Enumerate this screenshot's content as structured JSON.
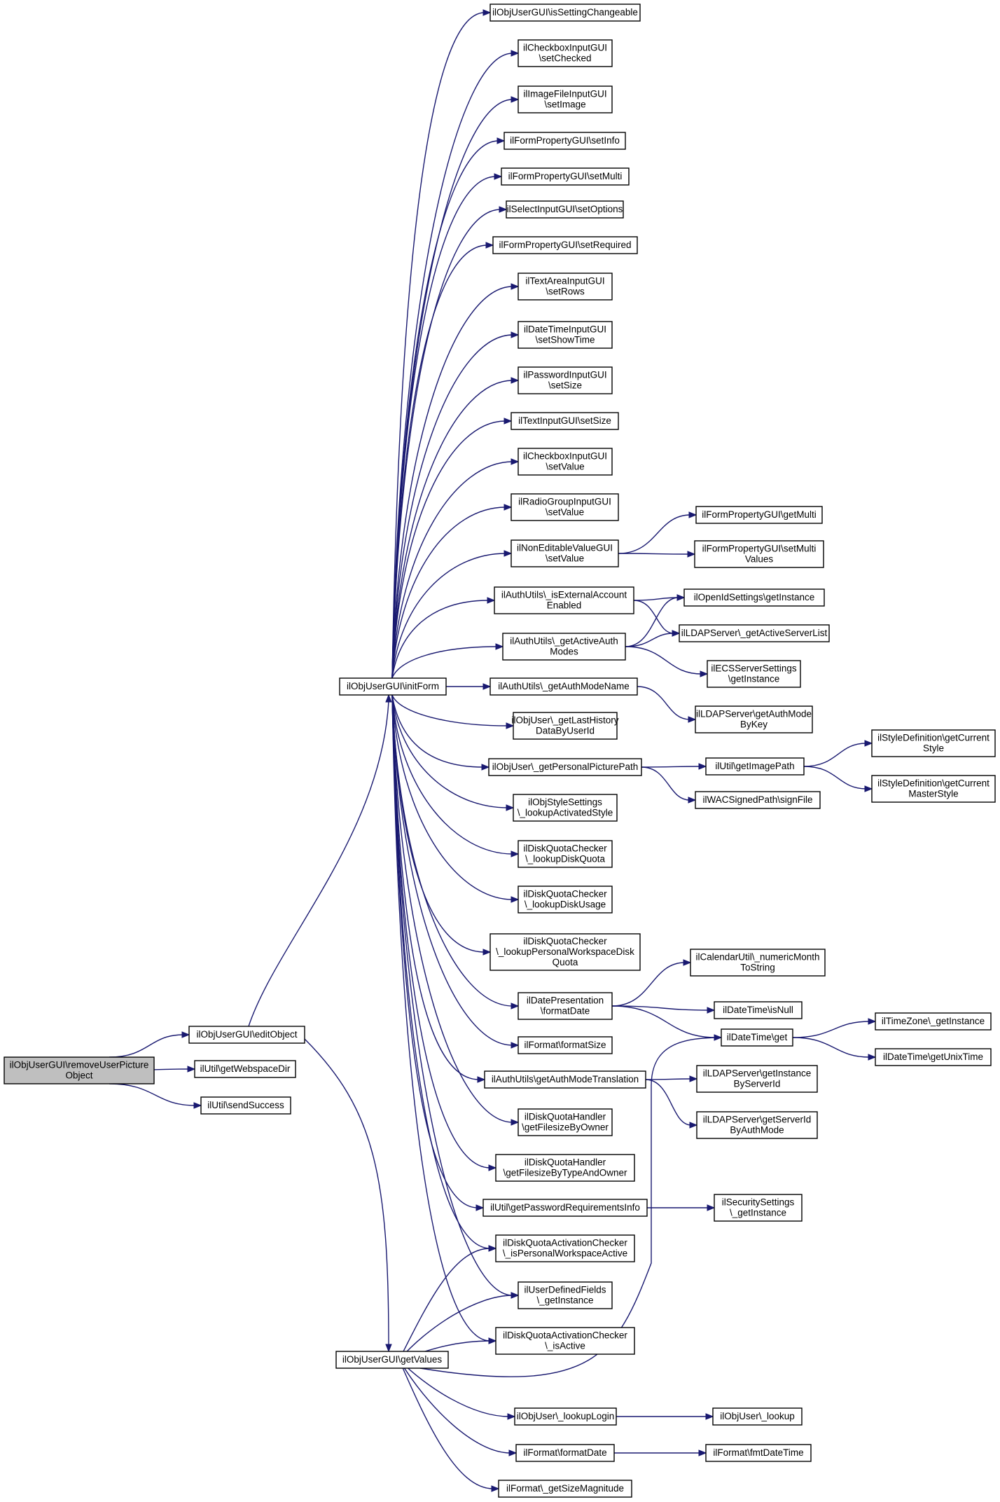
{
  "graph": {
    "colors": {
      "edge": "#191970",
      "node_border": "#000000",
      "node_fill": "#ffffff",
      "root_fill": "#bfbfbf"
    },
    "nodes": [
      {
        "id": "root",
        "lines": [
          "ilObjUserGUI\\removeUserPicture",
          "Object"
        ],
        "root": true
      },
      {
        "id": "editObject",
        "lines": [
          "ilObjUserGUI\\editObject"
        ]
      },
      {
        "id": "getWebspaceDir",
        "lines": [
          "ilUtil\\getWebspaceDir"
        ]
      },
      {
        "id": "sendSuccess",
        "lines": [
          "ilUtil\\sendSuccess"
        ]
      },
      {
        "id": "initForm",
        "lines": [
          "ilObjUserGUI\\initForm"
        ]
      },
      {
        "id": "getValues",
        "lines": [
          "ilObjUserGUI\\getValues"
        ]
      },
      {
        "id": "isSettingChangeable",
        "lines": [
          "ilObjUserGUI\\isSettingChangeable"
        ]
      },
      {
        "id": "cb_setChecked",
        "lines": [
          "ilCheckboxInputGUI",
          "\\setChecked"
        ]
      },
      {
        "id": "img_setImage",
        "lines": [
          "ilImageFileInputGUI",
          "\\setImage"
        ]
      },
      {
        "id": "fp_setInfo",
        "lines": [
          "ilFormPropertyGUI\\setInfo"
        ]
      },
      {
        "id": "fp_setMulti",
        "lines": [
          "ilFormPropertyGUI\\setMulti"
        ]
      },
      {
        "id": "sel_setOptions",
        "lines": [
          "ilSelectInputGUI\\setOptions"
        ]
      },
      {
        "id": "fp_setRequired",
        "lines": [
          "ilFormPropertyGUI\\setRequired"
        ]
      },
      {
        "id": "ta_setRows",
        "lines": [
          "ilTextAreaInputGUI",
          "\\setRows"
        ]
      },
      {
        "id": "dt_setShowTime",
        "lines": [
          "ilDateTimeInputGUI",
          "\\setShowTime"
        ]
      },
      {
        "id": "pw_setSize",
        "lines": [
          "ilPasswordInputGUI",
          "\\setSize"
        ]
      },
      {
        "id": "ti_setSize",
        "lines": [
          "ilTextInputGUI\\setSize"
        ]
      },
      {
        "id": "cb_setValue",
        "lines": [
          "ilCheckboxInputGUI",
          "\\setValue"
        ]
      },
      {
        "id": "rg_setValue",
        "lines": [
          "ilRadioGroupInputGUI",
          "\\setValue"
        ]
      },
      {
        "id": "ne_setValue",
        "lines": [
          "ilNonEditableValueGUI",
          "\\setValue"
        ]
      },
      {
        "id": "au_isExternal",
        "lines": [
          "ilAuthUtils\\_isExternalAccount",
          "Enabled"
        ]
      },
      {
        "id": "au_getActiveAuth",
        "lines": [
          "ilAuthUtils\\_getActiveAuth",
          "Modes"
        ]
      },
      {
        "id": "au_getAuthModeName",
        "lines": [
          "ilAuthUtils\\_getAuthModeName"
        ]
      },
      {
        "id": "ou_lastHistory",
        "lines": [
          "ilObjUser\\_getLastHistory",
          "DataByUserId"
        ]
      },
      {
        "id": "ou_personalPic",
        "lines": [
          "ilObjUser\\_getPersonalPicturePath"
        ]
      },
      {
        "id": "oss_lookup",
        "lines": [
          "ilObjStyleSettings",
          "\\_lookupActivatedStyle"
        ]
      },
      {
        "id": "dqc_quota",
        "lines": [
          "ilDiskQuotaChecker",
          "\\_lookupDiskQuota"
        ]
      },
      {
        "id": "dqc_usage",
        "lines": [
          "ilDiskQuotaChecker",
          "\\_lookupDiskUsage"
        ]
      },
      {
        "id": "dqc_pwsquota",
        "lines": [
          "ilDiskQuotaChecker",
          "\\_lookupPersonalWorkspaceDisk",
          "Quota"
        ]
      },
      {
        "id": "dp_formatDate",
        "lines": [
          "ilDatePresentation",
          "\\formatDate"
        ]
      },
      {
        "id": "fmt_formatSize",
        "lines": [
          "ilFormat\\formatSize"
        ]
      },
      {
        "id": "au_modeTranslation",
        "lines": [
          "ilAuthUtils\\getAuthModeTranslation"
        ]
      },
      {
        "id": "dqh_owner",
        "lines": [
          "ilDiskQuotaHandler",
          "\\getFilesizeByOwner"
        ]
      },
      {
        "id": "dqh_typeowner",
        "lines": [
          "ilDiskQuotaHandler",
          "\\getFilesizeByTypeAndOwner"
        ]
      },
      {
        "id": "util_pwreq",
        "lines": [
          "ilUtil\\getPasswordRequirementsInfo"
        ]
      },
      {
        "id": "dqac_pws",
        "lines": [
          "ilDiskQuotaActivationChecker",
          "\\_isPersonalWorkspaceActive"
        ]
      },
      {
        "id": "udf_inst",
        "lines": [
          "ilUserDefinedFields",
          "\\_getInstance"
        ]
      },
      {
        "id": "dqac_active",
        "lines": [
          "ilDiskQuotaActivationChecker",
          "\\_isActive"
        ]
      },
      {
        "id": "ou_lookupLogin",
        "lines": [
          "ilObjUser\\_lookupLogin"
        ]
      },
      {
        "id": "fmt_formatDate",
        "lines": [
          "ilFormat\\formatDate"
        ]
      },
      {
        "id": "fmt_sizeMag",
        "lines": [
          "ilFormat\\_getSizeMagnitude"
        ]
      },
      {
        "id": "fp_getMulti",
        "lines": [
          "ilFormPropertyGUI\\getMulti"
        ]
      },
      {
        "id": "fp_setMultiValues",
        "lines": [
          "ilFormPropertyGUI\\setMulti",
          "Values"
        ]
      },
      {
        "id": "oid_inst",
        "lines": [
          "ilOpenIdSettings\\getInstance"
        ]
      },
      {
        "id": "ldap_activeList",
        "lines": [
          "ilLDAPServer\\_getActiveServerList"
        ]
      },
      {
        "id": "ecs_inst",
        "lines": [
          "ilECSServerSettings",
          "\\getInstance"
        ]
      },
      {
        "id": "ldap_authModeByKey",
        "lines": [
          "ilLDAPServer\\getAuthMode",
          "ByKey"
        ]
      },
      {
        "id": "util_imagePath",
        "lines": [
          "ilUtil\\getImagePath"
        ]
      },
      {
        "id": "wac_signFile",
        "lines": [
          "ilWACSignedPath\\signFile"
        ]
      },
      {
        "id": "sd_currentStyle",
        "lines": [
          "ilStyleDefinition\\getCurrent",
          "Style"
        ]
      },
      {
        "id": "sd_currentMaster",
        "lines": [
          "ilStyleDefinition\\getCurrent",
          "MasterStyle"
        ]
      },
      {
        "id": "cal_numericMonth",
        "lines": [
          "ilCalendarUtil\\_numericMonth",
          "ToString"
        ]
      },
      {
        "id": "dt_isNull",
        "lines": [
          "ilDateTime\\isNull"
        ]
      },
      {
        "id": "dt_get",
        "lines": [
          "ilDateTime\\get"
        ]
      },
      {
        "id": "tz_inst",
        "lines": [
          "ilTimeZone\\_getInstance"
        ]
      },
      {
        "id": "dt_unix",
        "lines": [
          "ilDateTime\\getUnixTime"
        ]
      },
      {
        "id": "ldap_instById",
        "lines": [
          "ilLDAPServer\\getInstance",
          "ByServerId"
        ]
      },
      {
        "id": "ldap_serverIdByMode",
        "lines": [
          "ilLDAPServer\\getServerId",
          "ByAuthMode"
        ]
      },
      {
        "id": "sec_inst",
        "lines": [
          "ilSecuritySettings",
          "\\_getInstance"
        ]
      },
      {
        "id": "ou_lookup",
        "lines": [
          "ilObjUser\\_lookup"
        ]
      },
      {
        "id": "fmt_fmtDateTime",
        "lines": [
          "ilFormat\\fmtDateTime"
        ]
      }
    ],
    "edges": [
      [
        "root",
        "editObject"
      ],
      [
        "root",
        "getWebspaceDir"
      ],
      [
        "root",
        "sendSuccess"
      ],
      [
        "editObject",
        "initForm"
      ],
      [
        "editObject",
        "getValues"
      ],
      [
        "initForm",
        "isSettingChangeable"
      ],
      [
        "initForm",
        "cb_setChecked"
      ],
      [
        "initForm",
        "img_setImage"
      ],
      [
        "initForm",
        "fp_setInfo"
      ],
      [
        "initForm",
        "fp_setMulti"
      ],
      [
        "initForm",
        "sel_setOptions"
      ],
      [
        "initForm",
        "fp_setRequired"
      ],
      [
        "initForm",
        "ta_setRows"
      ],
      [
        "initForm",
        "dt_setShowTime"
      ],
      [
        "initForm",
        "pw_setSize"
      ],
      [
        "initForm",
        "ti_setSize"
      ],
      [
        "initForm",
        "cb_setValue"
      ],
      [
        "initForm",
        "rg_setValue"
      ],
      [
        "initForm",
        "ne_setValue"
      ],
      [
        "initForm",
        "au_isExternal"
      ],
      [
        "initForm",
        "au_getActiveAuth"
      ],
      [
        "initForm",
        "au_getAuthModeName"
      ],
      [
        "initForm",
        "ou_lastHistory"
      ],
      [
        "initForm",
        "ou_personalPic"
      ],
      [
        "initForm",
        "oss_lookup"
      ],
      [
        "initForm",
        "dqc_quota"
      ],
      [
        "initForm",
        "dqc_usage"
      ],
      [
        "initForm",
        "dqc_pwsquota"
      ],
      [
        "initForm",
        "dp_formatDate"
      ],
      [
        "initForm",
        "fmt_formatSize"
      ],
      [
        "initForm",
        "au_modeTranslation"
      ],
      [
        "initForm",
        "dqh_owner"
      ],
      [
        "initForm",
        "dqh_typeowner"
      ],
      [
        "initForm",
        "util_pwreq"
      ],
      [
        "initForm",
        "dqac_pws"
      ],
      [
        "initForm",
        "udf_inst"
      ],
      [
        "initForm",
        "dqac_active"
      ],
      [
        "ne_setValue",
        "fp_getMulti"
      ],
      [
        "ne_setValue",
        "fp_setMultiValues"
      ],
      [
        "au_isExternal",
        "oid_inst"
      ],
      [
        "au_isExternal",
        "ldap_activeList"
      ],
      [
        "au_getActiveAuth",
        "oid_inst"
      ],
      [
        "au_getActiveAuth",
        "ldap_activeList"
      ],
      [
        "au_getActiveAuth",
        "ecs_inst"
      ],
      [
        "au_getAuthModeName",
        "ldap_authModeByKey"
      ],
      [
        "ou_personalPic",
        "util_imagePath"
      ],
      [
        "ou_personalPic",
        "wac_signFile"
      ],
      [
        "util_imagePath",
        "sd_currentStyle"
      ],
      [
        "util_imagePath",
        "sd_currentMaster"
      ],
      [
        "dp_formatDate",
        "cal_numericMonth"
      ],
      [
        "dp_formatDate",
        "dt_isNull"
      ],
      [
        "dp_formatDate",
        "dt_get"
      ],
      [
        "dt_get",
        "tz_inst"
      ],
      [
        "dt_get",
        "dt_unix"
      ],
      [
        "au_modeTranslation",
        "ldap_instById"
      ],
      [
        "au_modeTranslation",
        "ldap_serverIdByMode"
      ],
      [
        "util_pwreq",
        "sec_inst"
      ],
      [
        "getValues",
        "dqac_pws"
      ],
      [
        "getValues",
        "udf_inst"
      ],
      [
        "getValues",
        "dqac_active"
      ],
      [
        "getValues",
        "dt_get"
      ],
      [
        "getValues",
        "ou_lookupLogin"
      ],
      [
        "getValues",
        "fmt_formatDate"
      ],
      [
        "getValues",
        "fmt_sizeMag"
      ],
      [
        "ou_lookupLogin",
        "ou_lookup"
      ],
      [
        "fmt_formatDate",
        "fmt_fmtDateTime"
      ]
    ]
  }
}
